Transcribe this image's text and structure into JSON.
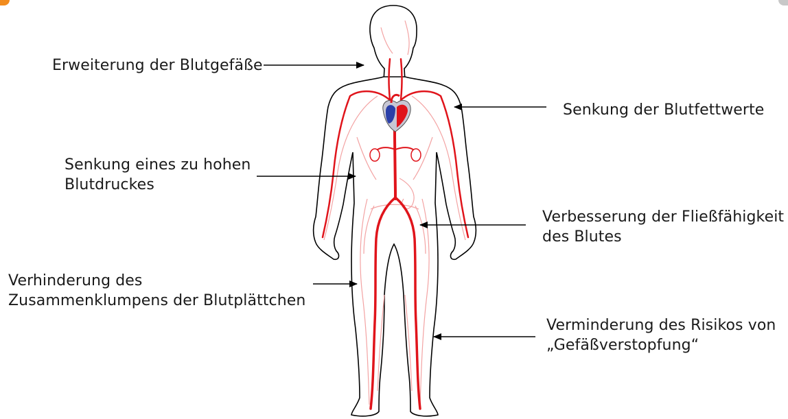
{
  "labels": {
    "vessel_dilation": "Erweiterung der Blutgefäße",
    "blood_lipids": "Senkung der Blutfettwerte",
    "blood_pressure_line1": "Senkung eines zu hohen",
    "blood_pressure_line2": "Blutdruckes",
    "flowability_line1": "Verbesserung der Fließfähigkeit",
    "flowability_line2": "des Blutes",
    "platelet_line1": "Verhinderung des",
    "platelet_line2": "Zusammenklumpens der Blutplättchen",
    "clogging_line1": "Verminderung des Risikos von",
    "clogging_line2": "„Gefäßverstopfung“"
  },
  "colors": {
    "artery_red": "#e0141b",
    "vessel_light": "#f3a3a3",
    "heart_blue": "#2a3fa8",
    "outline": "#000000",
    "text": "#1a1a1a",
    "corner_orange": "#f28c1e"
  }
}
